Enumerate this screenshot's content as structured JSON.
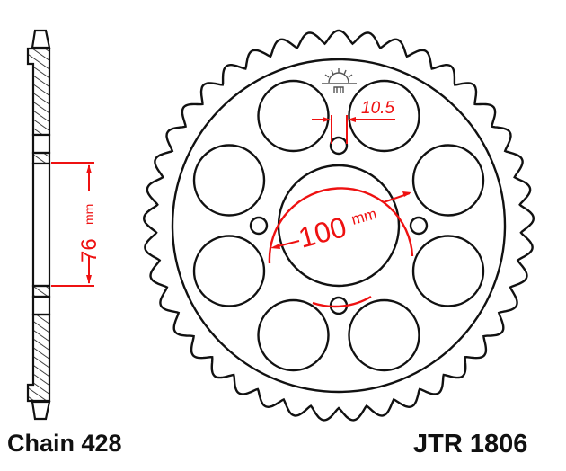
{
  "diagram": {
    "title": "Rear sprocket technical drawing",
    "part_number": "JTR 1806",
    "chain_label": "Chain 428",
    "colors": {
      "line": "#111111",
      "dimension": "#ee1111",
      "background": "#ffffff",
      "logo": "#555555"
    },
    "sprocket": {
      "teeth": 41,
      "large_holes": 8,
      "small_bolt_holes": 4
    },
    "dimensions": {
      "bolt_circle": {
        "value": "100",
        "unit": "mm"
      },
      "bolt_hole": {
        "value": "10.5"
      },
      "side_bore": {
        "value": "76",
        "unit": "mm"
      }
    }
  }
}
